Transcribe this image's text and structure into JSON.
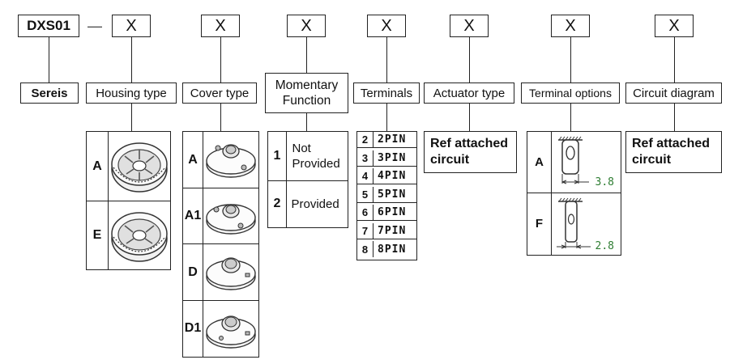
{
  "prefix": "DXS01",
  "dash": "—",
  "placeholder": "X",
  "headers": {
    "sereis": "Sereis",
    "housing_type": "Housing type",
    "cover_type": "Cover type",
    "momentary_function_line1": "Momentary",
    "momentary_function_line2": "Function",
    "terminals": "Terminals",
    "actuator_type": "Actuator type",
    "terminal_options": "Terminal options",
    "circuit_diagram": "Circuit diagram"
  },
  "housing_types": [
    {
      "code": "A",
      "icon": "housing-a-icon"
    },
    {
      "code": "E",
      "icon": "housing-e-icon"
    }
  ],
  "cover_types": [
    {
      "code": "A",
      "icon": "cover-a-icon"
    },
    {
      "code": "A1",
      "icon": "cover-a1-icon"
    },
    {
      "code": "D",
      "icon": "cover-d-icon"
    },
    {
      "code": "D1",
      "icon": "cover-d1-icon"
    }
  ],
  "momentary": [
    {
      "code": "1",
      "line1": "Not",
      "line2": "Provided"
    },
    {
      "code": "2",
      "line1": "Provided",
      "line2": ""
    }
  ],
  "terminals": [
    {
      "num": "2",
      "label": "2PIN"
    },
    {
      "num": "3",
      "label": "3PIN"
    },
    {
      "num": "4",
      "label": "4PIN"
    },
    {
      "num": "5",
      "label": "5PIN"
    },
    {
      "num": "6",
      "label": "6PIN"
    },
    {
      "num": "7",
      "label": "7PIN"
    },
    {
      "num": "8",
      "label": "8PIN"
    }
  ],
  "actuator_ref_line1": "Ref attached",
  "actuator_ref_line2": "circuit",
  "terminal_options": [
    {
      "code": "A",
      "dimension": "3.8"
    },
    {
      "code": "F",
      "dimension": "2.8"
    }
  ],
  "circuit_ref_line1": "Ref attached",
  "circuit_ref_line2": "circuit",
  "colors": {
    "line": "#222222",
    "dimension": "#2e7d32"
  }
}
